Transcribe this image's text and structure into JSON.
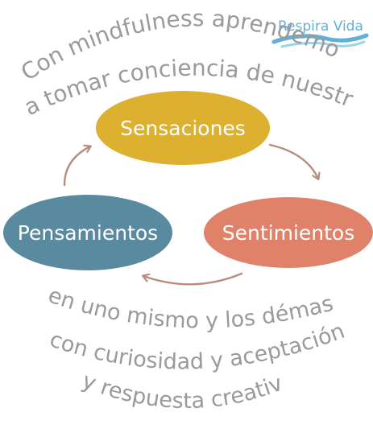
{
  "logo": {
    "text": "Respira Vida",
    "color": "#5fb2d6"
  },
  "header": {
    "line1": "Con mindfulness aprendemos",
    "line2": "a tomar conciencia de nuestras:"
  },
  "cycle": {
    "nodes": [
      {
        "id": "sensaciones",
        "label": "Sensaciones",
        "color": "#ddb02f"
      },
      {
        "id": "sentimientos",
        "label": "Sentimientos",
        "color": "#e0826a"
      },
      {
        "id": "pensamientos",
        "label": "Pensamientos",
        "color": "#5a8aa0"
      }
    ],
    "arrow_color": "#b98d7e"
  },
  "footer": {
    "line1": "en uno mismo y los démas",
    "line2": "con curiosidad y aceptación",
    "line3": "y respuesta creativa"
  },
  "text_color": "#9a9a9a"
}
